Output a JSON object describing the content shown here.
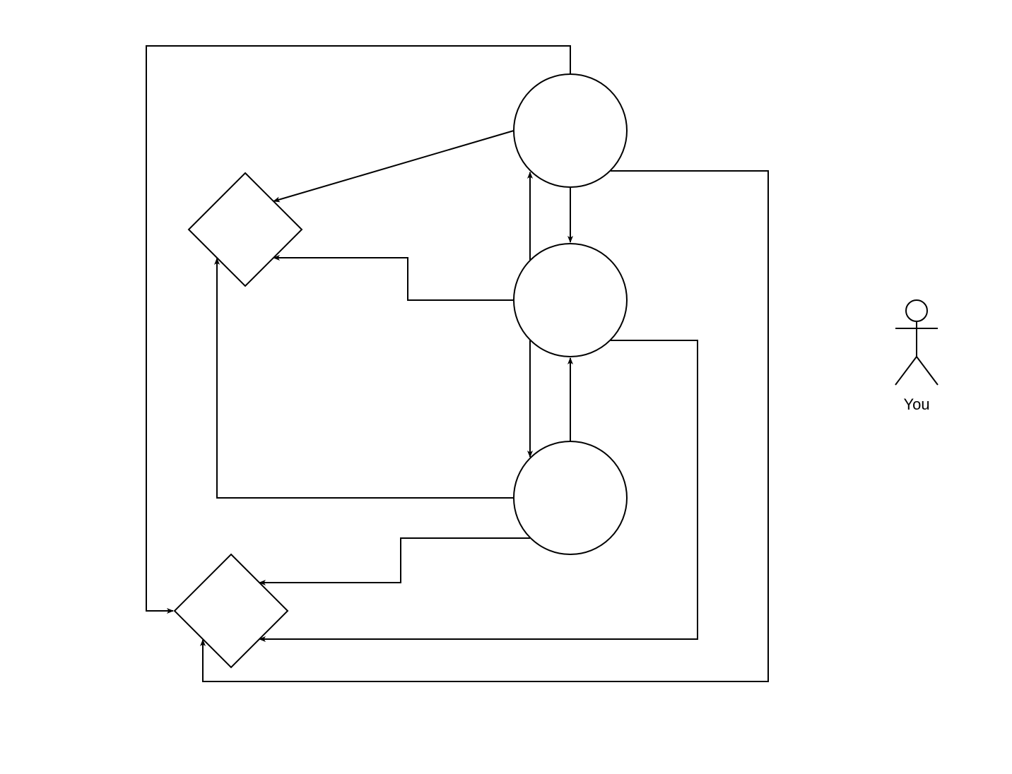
{
  "diagram": {
    "actor": {
      "label": "You",
      "icon": "stick-figure-icon"
    },
    "nodes": [
      {
        "id": "circle-top",
        "shape": "circle"
      },
      {
        "id": "circle-middle",
        "shape": "circle"
      },
      {
        "id": "circle-bottom",
        "shape": "circle"
      },
      {
        "id": "diamond-upper",
        "shape": "diamond"
      },
      {
        "id": "diamond-lower",
        "shape": "diamond"
      }
    ],
    "edges": [
      {
        "from": "circle-top",
        "to": "diamond-upper"
      },
      {
        "from": "circle-top",
        "to": "diamond-lower"
      },
      {
        "from": "circle-top",
        "to": "diamond-lower"
      },
      {
        "from": "circle-top",
        "to": "circle-middle"
      },
      {
        "from": "circle-middle",
        "to": "circle-top"
      },
      {
        "from": "circle-middle",
        "to": "diamond-upper"
      },
      {
        "from": "circle-middle",
        "to": "circle-bottom"
      },
      {
        "from": "circle-middle",
        "to": "diamond-lower"
      },
      {
        "from": "circle-bottom",
        "to": "circle-middle"
      },
      {
        "from": "circle-bottom",
        "to": "diamond-upper"
      },
      {
        "from": "circle-bottom",
        "to": "diamond-lower"
      }
    ],
    "colors": {
      "stroke": "#000000",
      "fill": "#ffffff",
      "background": "#ffffff"
    }
  }
}
